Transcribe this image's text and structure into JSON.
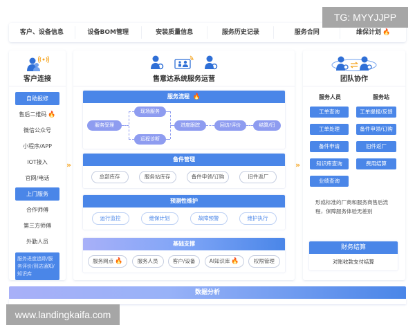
{
  "watermarks": {
    "tg": "TG: MYYJJPP",
    "url": "www.landingkaifa.com"
  },
  "top_bar": {
    "items": [
      {
        "label": "客户、设备信息",
        "hot": false
      },
      {
        "label": "设备BOM管理",
        "hot": false
      },
      {
        "label": "安装质量信息",
        "hot": false
      },
      {
        "label": "服务历史记录",
        "hot": false
      },
      {
        "label": "服务合同",
        "hot": false
      },
      {
        "label": "维保计划",
        "hot": true
      }
    ]
  },
  "left": {
    "title": "客户连接",
    "icon": "customer-signal-icon",
    "items": [
      {
        "label": "自助报修",
        "active": true
      },
      {
        "label": "售后二维码",
        "hot": true
      },
      {
        "label": "微信公众号"
      },
      {
        "label": "小程序/APP"
      },
      {
        "label": "IOT接入"
      },
      {
        "label": "官网/电话"
      },
      {
        "label": "上门服务",
        "active": true
      },
      {
        "label": "合作师傅"
      },
      {
        "label": "第三方师傅"
      },
      {
        "label": "外勤人员"
      },
      {
        "label": "服务进度追踪/服务评价/到达通知/知识库",
        "active": true,
        "multi": true
      }
    ]
  },
  "middle": {
    "title": "售意达系统服务运营",
    "icons": [
      "engineer-gear-icon",
      "video-call-icon",
      "engineer-gear-icon"
    ],
    "service_flow": {
      "title": "服务流程",
      "hot": true,
      "nodes": [
        "服务受理",
        "现场服务",
        "远程诊断",
        "进度跟踪",
        "回访/评价",
        "结算/归档"
      ]
    },
    "spare_parts": {
      "title": "备件管理",
      "items": [
        "总部库存",
        "服务站库存",
        "备件申领/订购",
        "旧件返厂"
      ]
    },
    "predictive": {
      "title": "预测性维护",
      "items": [
        "运行监控",
        "维保计划",
        "故障预警",
        "维护执行"
      ]
    },
    "foundation": {
      "title": "基础支撑",
      "items": [
        {
          "label": "服务网点",
          "hot": true
        },
        {
          "label": "服务人员",
          "hot": false
        },
        {
          "label": "客户/设备",
          "hot": false
        },
        {
          "label": "AI知识库",
          "hot": true
        },
        {
          "label": "权限管理",
          "hot": false
        }
      ]
    }
  },
  "right": {
    "title": "团队协作",
    "icon": "team-exchange-icon",
    "col_headers": [
      "服务人员",
      "服务站"
    ],
    "buttons": [
      "工单查询",
      "工单提报/反馈",
      "工单处理",
      "备件申领/订购",
      "备件申请",
      "旧件返厂",
      "知识库查询",
      "费用结算",
      "业绩查询"
    ],
    "note": "形成标准的厂商和服务商售后流程，保障服务体验无差别",
    "finance": {
      "title": "财务结算",
      "body": "对账收款支付结算"
    }
  },
  "bottom": {
    "title": "数据分析"
  },
  "colors": {
    "primary": "#4a86e8",
    "flow_node": "#8e9cf0",
    "hot": "#f5a623",
    "gradient_start": "#a8b0f8"
  }
}
